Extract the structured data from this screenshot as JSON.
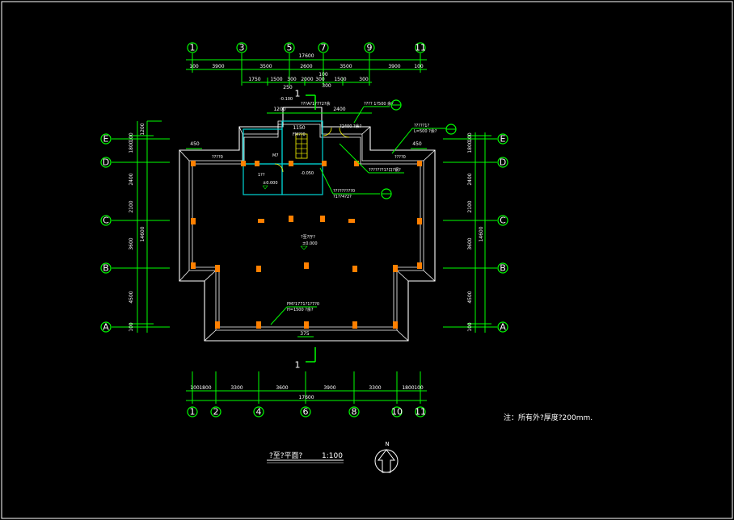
{
  "axes_top": [
    "1",
    "3",
    "5",
    "7",
    "9",
    "11"
  ],
  "axes_bottom": [
    "1",
    "2",
    "4",
    "6",
    "8",
    "10",
    "11"
  ],
  "axes_left": [
    "E",
    "D",
    "C",
    "B",
    "A"
  ],
  "axes_right": [
    "E",
    "D",
    "C",
    "B",
    "A"
  ],
  "dims_top": {
    "total": "17600",
    "row1": [
      "100",
      "3900",
      "3500",
      "2600",
      "3500",
      "3900",
      "100"
    ],
    "row2": [
      "1750",
      "1500",
      "300",
      "2000",
      "300",
      "1500",
      "300"
    ],
    "extra": [
      "250",
      "300",
      "100"
    ]
  },
  "dims_bottom": {
    "row1": [
      "100",
      "1800",
      "3300",
      "3600",
      "3900",
      "3300",
      "1800",
      "100"
    ],
    "total": "17600"
  },
  "dims_left": {
    "row1": [
      "1200",
      "1800",
      "100",
      "2400",
      "2100",
      "3600",
      "4500",
      "100"
    ],
    "total": "14600"
  },
  "dims_right": {
    "row1": [
      "1800",
      "100",
      "2400",
      "2100",
      "3600",
      "4500",
      "100"
    ],
    "total": "14600"
  },
  "plan_dims": [
    "1200",
    "2400",
    "1150",
    "450",
    "450",
    "375"
  ],
  "rooms": {
    "room1_label": "1??",
    "room1_elev": "±0.000",
    "room2_label": "M7",
    "hall_label": "?至?厅?",
    "hall_elev": "±0.000",
    "elev_a": "-0.100",
    "elev_b": "-0.050",
    "door_label": "FM??0"
  },
  "annotations": {
    "ann1": "FM?1771?1?7?0",
    "ann2": "H=1500 ?余?",
    "ann3": "?????????0",
    "ann4": "???????1?口?钢?",
    "ann5": "?1??4?2?",
    "ann6": "?????1?",
    "ann7": "L=500 ?余?",
    "ann8": "???? 1?500 余?",
    "ann9": "???A?1?7?2?余",
    "ann10": "????0",
    "ann11": "?2400 ?余?"
  },
  "section_mark": "1",
  "title": {
    "text": "?至?平面?",
    "scale": "1:100"
  },
  "north": "N",
  "note": "注：所有外?厚度?200mm."
}
